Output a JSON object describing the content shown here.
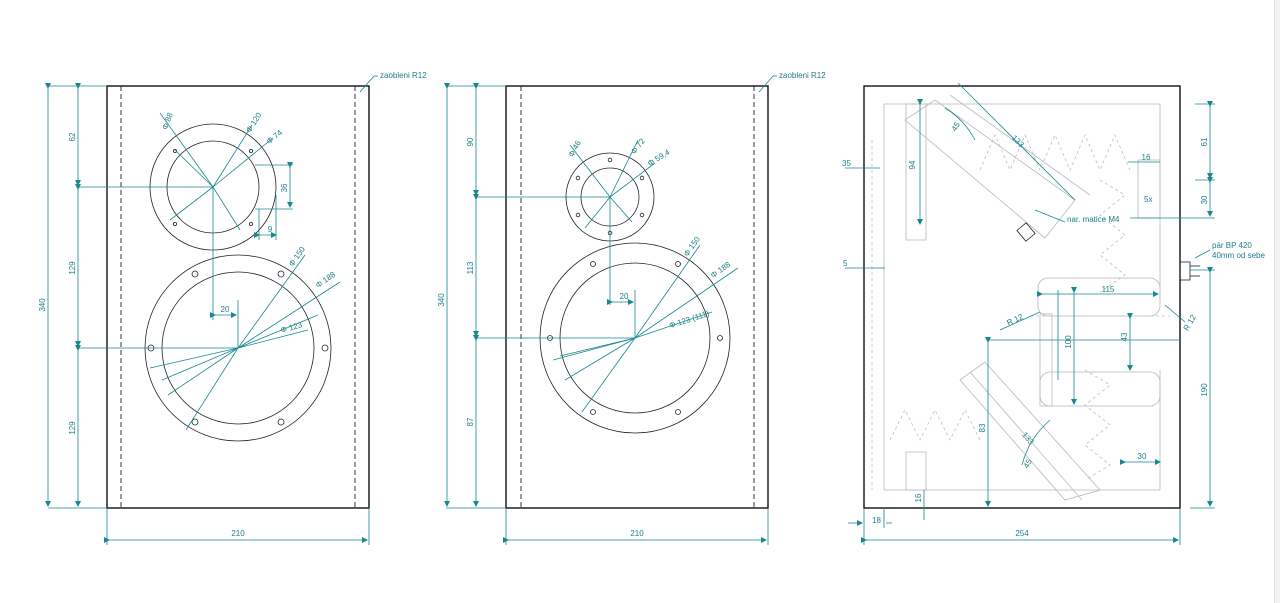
{
  "view1": {
    "note": "zaobleni R12",
    "width": "210",
    "height": "340",
    "v_dims": [
      "62",
      "129",
      "129"
    ],
    "d_tweeter_in": "Φ 88",
    "d_tweeter_out": "Φ 120",
    "d_tweeter_hole": "Φ 74",
    "tweeter_dim_h": "36",
    "tweeter_dim_w": "9",
    "woofer_offset": "20",
    "d_woofer_out": "Φ 150",
    "d_woofer_mid": "Φ 188",
    "d_woofer_in": "Φ 123"
  },
  "view2": {
    "note": "zaobleni R12",
    "width": "210",
    "height": "340",
    "v_dims": [
      "90",
      "113",
      "87"
    ],
    "d_tweeter_in": "Φ 46",
    "d_tweeter_out": "Φ 72",
    "d_tweeter_pcd": "Φ 59,4",
    "woofer_offset": "20",
    "d_woofer_out": "Φ 150",
    "d_woofer_mid": "Φ 188",
    "d_woofer_in": "Φ 123 (111)"
  },
  "view3": {
    "width": "254",
    "dim_35": "35",
    "dim_5": "5",
    "dim_18": "18",
    "dim_94": "94",
    "dim_16": "16",
    "dim_61": "61",
    "dim_30": "30",
    "label_5x": "5x",
    "nut_note": "nar. matice M4",
    "dim_45a": "45",
    "dim_133a": "133",
    "connector_note_1": "pár BP 420",
    "connector_note_2": "40mm od sebe",
    "dim_115": "115",
    "r12_left": "R 12",
    "r12_right": "R 12",
    "dim_100": "100",
    "dim_43": "43",
    "dim_190": "190",
    "dim_133b": "133",
    "dim_83": "83",
    "dim_45b": "45",
    "dim_30b": "30",
    "dim_16b": "16"
  }
}
